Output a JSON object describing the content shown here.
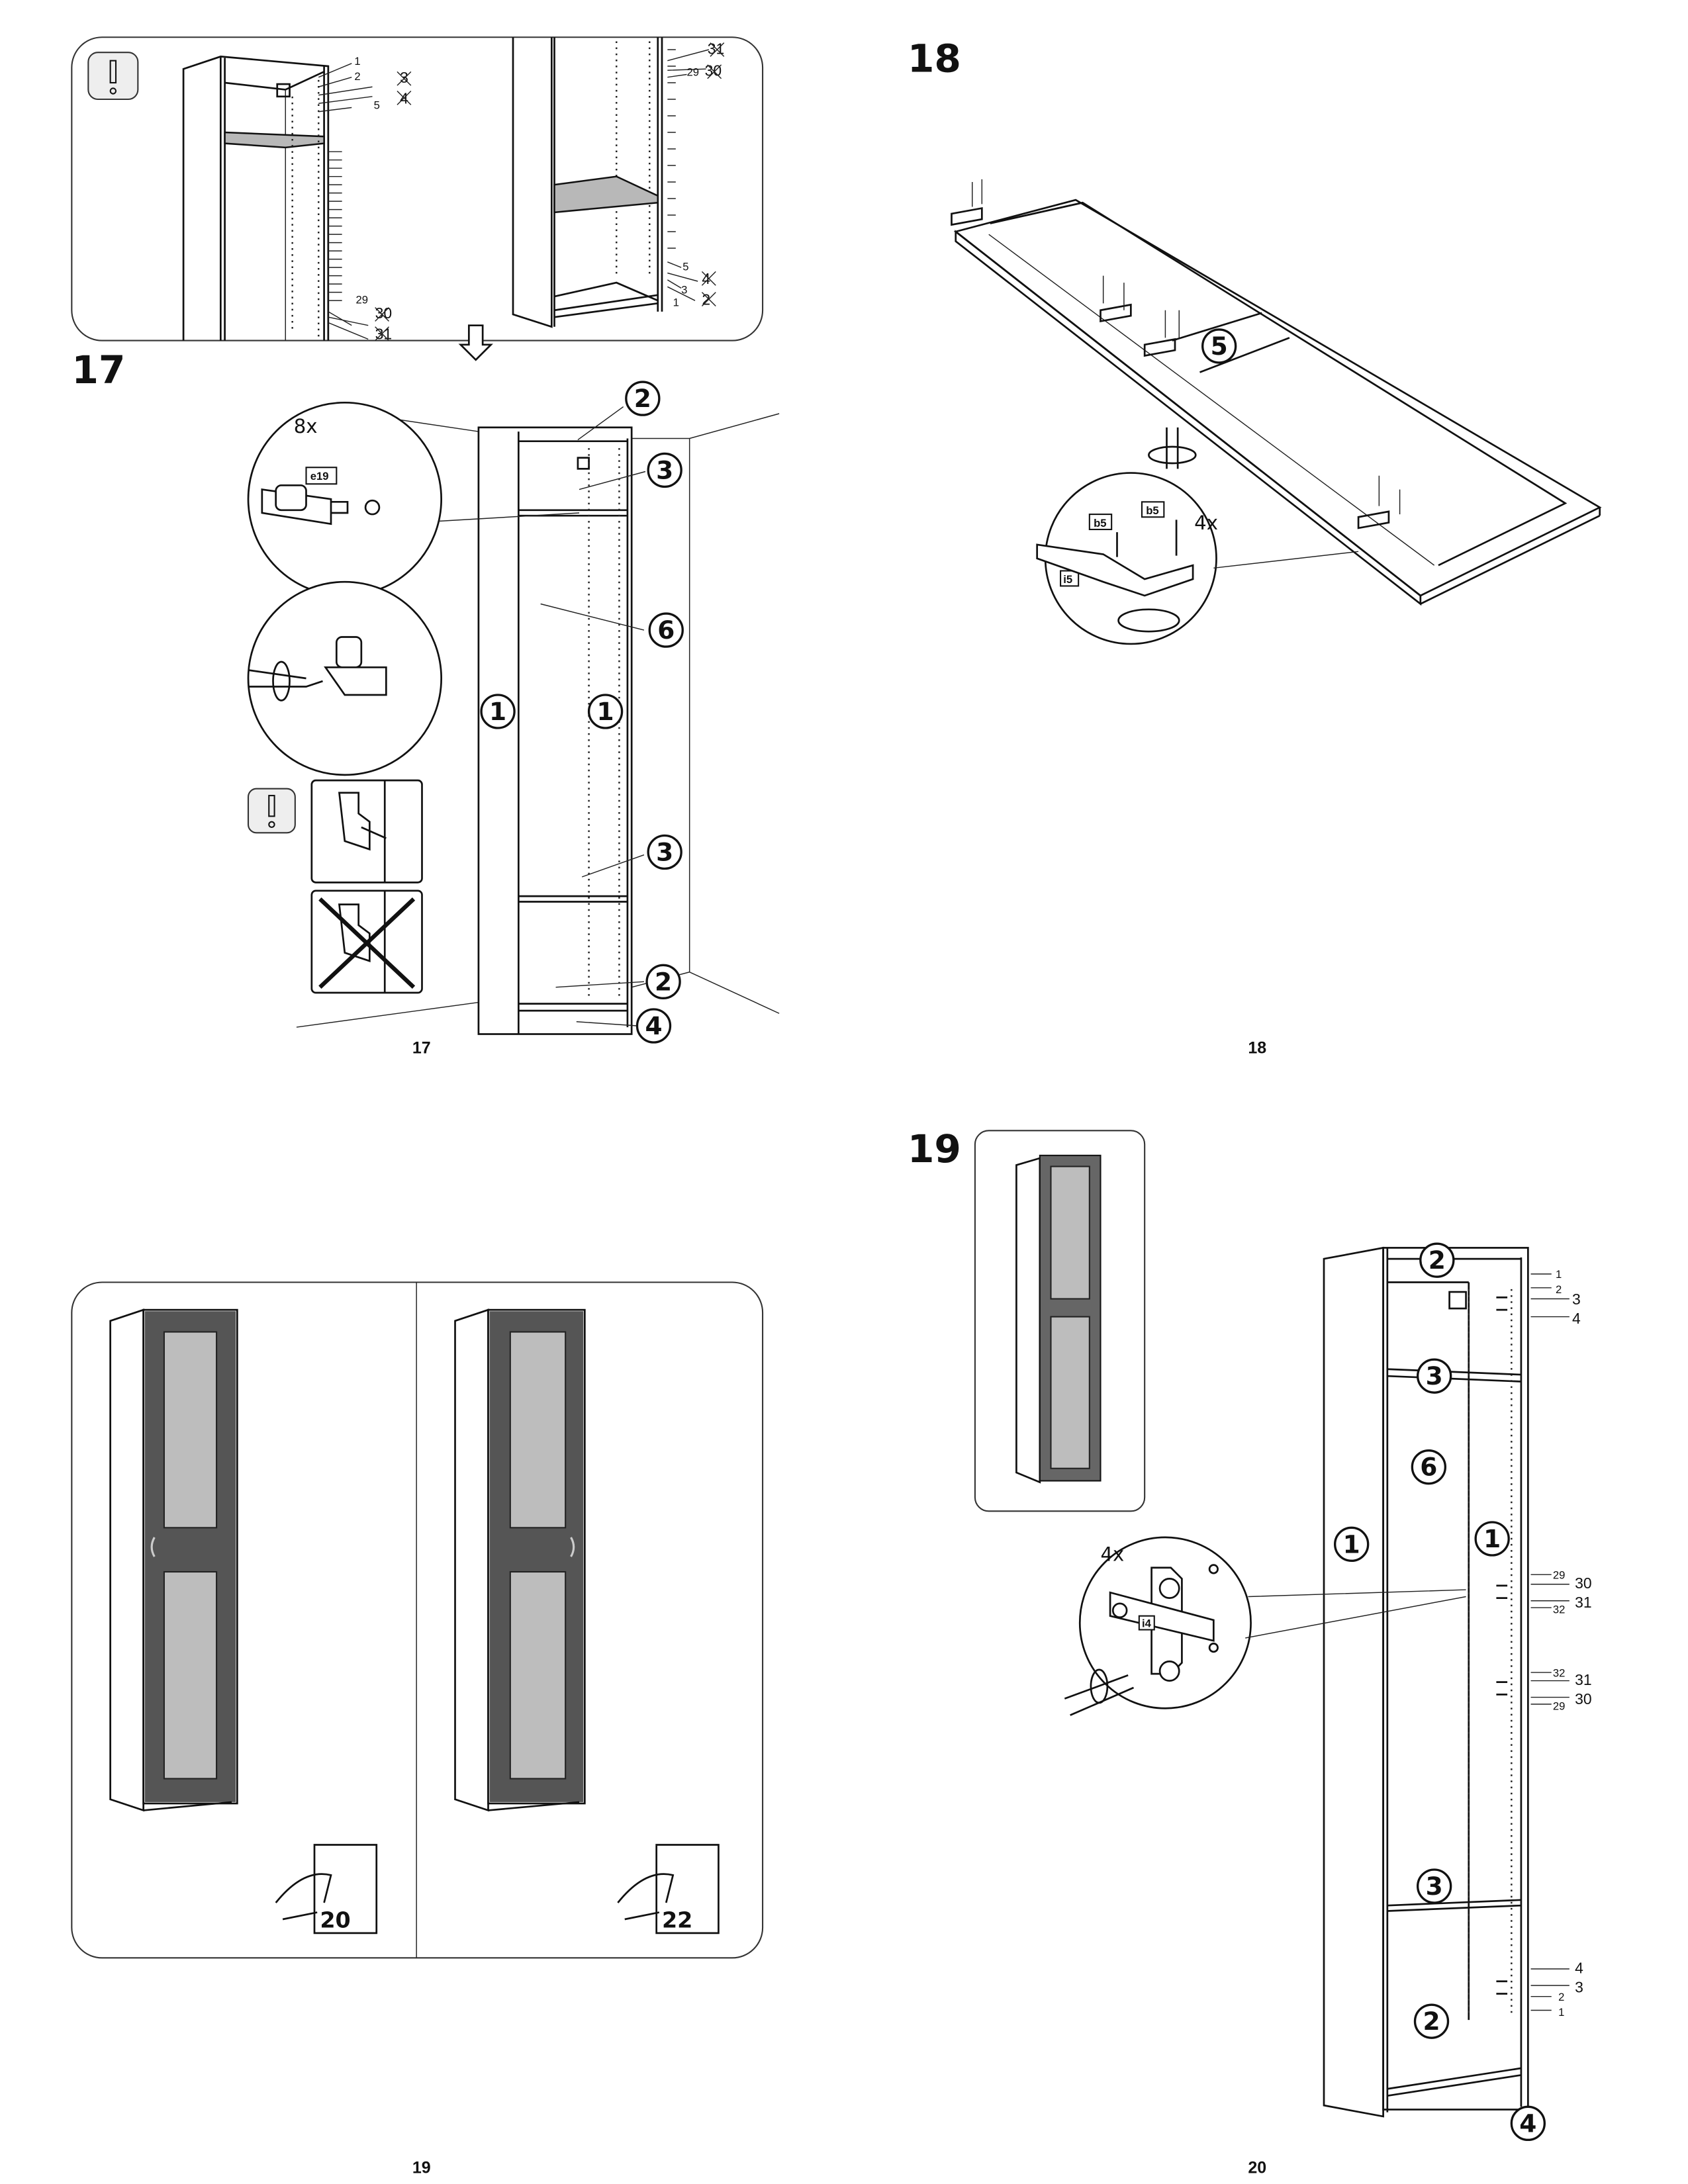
{
  "steps": {
    "s17": {
      "number": "17",
      "quantity": "8x",
      "part_tag": "e19",
      "page": "17"
    },
    "s18": {
      "number": "18",
      "quantity": "4x",
      "part_tags": [
        "b5",
        "b5",
        "i5"
      ],
      "page": "18"
    },
    "s19": {
      "number": "19",
      "quantity": "4x",
      "part_tag": "i4",
      "page": "20"
    },
    "options": {
      "page": "19",
      "refs": [
        "20",
        "22"
      ]
    }
  },
  "callouts": {
    "p1": "1",
    "p2": "2",
    "p3": "3",
    "p4": "4",
    "p5": "5",
    "p6": "6"
  },
  "holes_top": {
    "left": [
      "1",
      "2",
      "3",
      "4",
      "5",
      "29",
      "30",
      "31"
    ],
    "right": [
      "31",
      "30",
      "29",
      "5",
      "4",
      "3",
      "2",
      "1"
    ]
  },
  "holes_19": {
    "top": [
      "1",
      "2",
      "3",
      "4"
    ],
    "mid_upper": [
      "29",
      "30",
      "31",
      "32"
    ],
    "mid_lower": [
      "32",
      "31",
      "30",
      "29"
    ],
    "bottom": [
      "4",
      "3",
      "2",
      "1"
    ]
  },
  "icons": [
    "warning-icon",
    "screwdriver-icon",
    "rotate-arrow-icon",
    "down-arrow-icon",
    "turn-page-icon"
  ]
}
